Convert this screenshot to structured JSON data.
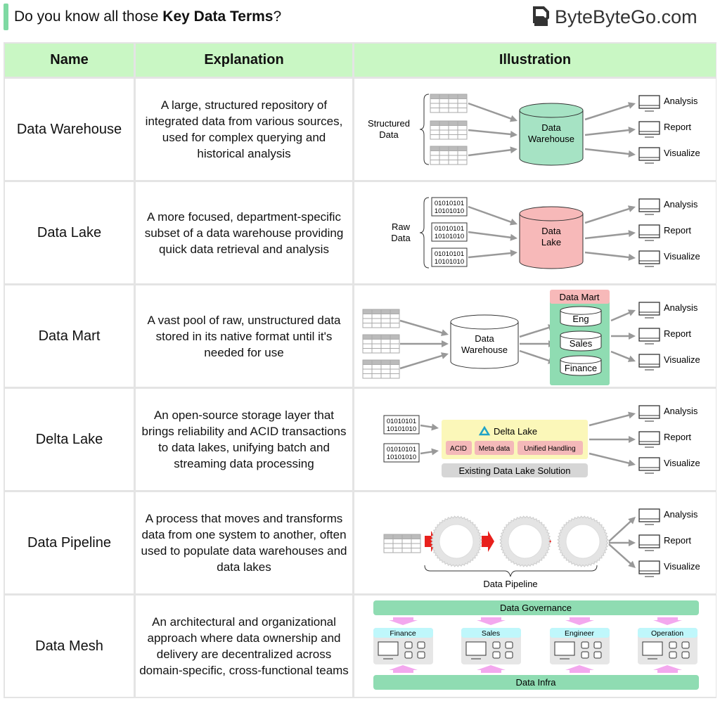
{
  "header": {
    "title_pre": "Do you know all those ",
    "title_bold": "Key Data Terms",
    "title_post": "?",
    "logo_text": "ByteByteGo.com",
    "accent": "#7fd9a3"
  },
  "table": {
    "columns": [
      "Name",
      "Explanation",
      "Illustration"
    ],
    "rows": [
      {
        "name": "Data Warehouse",
        "explanation": "A large, structured repository of integrated data from various sources, used for complex querying and historical analysis"
      },
      {
        "name": "Data Lake",
        "explanation": "A more focused, department-specific subset of a data warehouse providing quick data retrieval and analysis"
      },
      {
        "name": "Data Mart",
        "explanation": "A vast pool of raw, unstructured data stored in its native format until it's needed for use"
      },
      {
        "name": "Delta Lake",
        "explanation": "An open-source storage layer that brings reliability and ACID transactions to data lakes, unifying batch and streaming data processing"
      },
      {
        "name": "Data Pipeline",
        "explanation": "A process that moves and transforms data from one system to another, often used to populate data warehouses and data lakes"
      },
      {
        "name": "Data Mesh",
        "explanation": "An architectural and organizational approach where data ownership and delivery are decentralized across domain-specific, cross-functional teams"
      }
    ]
  },
  "outputs": [
    "Analysis",
    "Report",
    "Visualize"
  ],
  "binary": [
    "01010101",
    "10101010"
  ],
  "ill1": {
    "src1": "Structured",
    "src2": "Data",
    "store1": "Data",
    "store2": "Warehouse",
    "store_color": "#a6e3c4"
  },
  "ill2": {
    "src1": "Raw",
    "src2": "Data",
    "store1": "Data",
    "store2": "Lake",
    "store_color": "#f7b9b9"
  },
  "ill3": {
    "store1": "Data",
    "store2": "Warehouse",
    "mart": "Data Mart",
    "marts": [
      "Eng",
      "Sales",
      "Finance"
    ]
  },
  "ill4": {
    "title": "Delta Lake",
    "features": [
      "ACID",
      "Meta data",
      "Unified Handling"
    ],
    "base": "Existing Data Lake Solution"
  },
  "ill5": {
    "label": "Data Pipeline"
  },
  "ill6": {
    "top": "Data Governance",
    "bottom": "Data Infra",
    "domains": [
      "Finance",
      "Sales",
      "Engineer",
      "Operation"
    ]
  }
}
